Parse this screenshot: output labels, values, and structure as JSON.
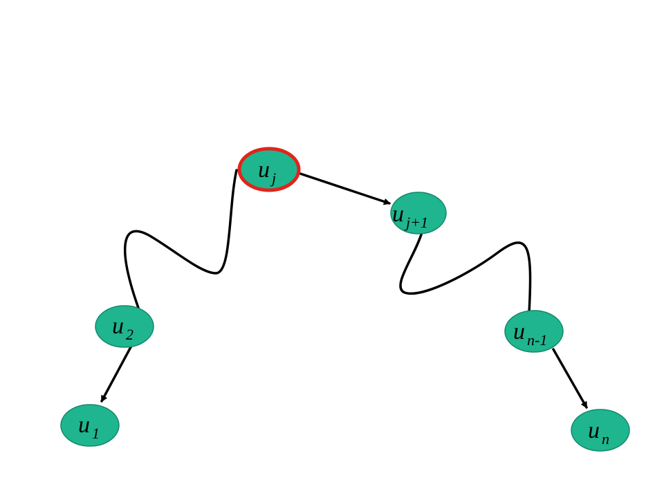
{
  "colors": {
    "background": "#ffffff",
    "node_fill": "#1fb58f",
    "node_stroke": "#14876a",
    "highlight_stroke": "#e0241b",
    "edge": "#000000"
  },
  "nodes": {
    "uj": {
      "main": "u",
      "sub": "j",
      "highlighted": true
    },
    "uj1": {
      "main": "u",
      "sub": "j+1",
      "highlighted": false
    },
    "u2": {
      "main": "u",
      "sub": "2",
      "highlighted": false
    },
    "u1": {
      "main": "u",
      "sub": "1",
      "highlighted": false
    },
    "un1": {
      "main": "u",
      "sub": "n-1",
      "highlighted": false
    },
    "un": {
      "main": "u",
      "sub": "n",
      "highlighted": false
    }
  },
  "edges": [
    {
      "from": "uj",
      "to": "uj1",
      "kind": "arrow"
    },
    {
      "from": "uj",
      "to": "u2",
      "kind": "path"
    },
    {
      "from": "u2",
      "to": "u1",
      "kind": "arrow"
    },
    {
      "from": "uj1",
      "to": "un1",
      "kind": "path"
    },
    {
      "from": "un1",
      "to": "un",
      "kind": "arrow"
    }
  ]
}
